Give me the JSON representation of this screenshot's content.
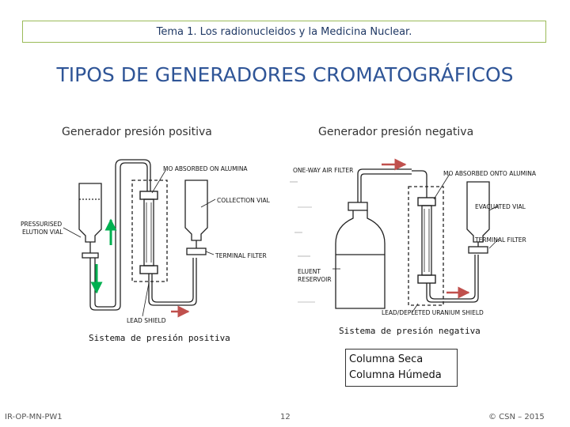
{
  "header": {
    "topic": "Tema 1. Los radionucleidos y la Medicina Nuclear."
  },
  "title": "TIPOS DE GENERADORES CROMATOGRÁFICOS",
  "subtitles": {
    "left": "Generador presión positiva",
    "right": "Generador presión negativa"
  },
  "positive_diagram": {
    "labels": {
      "absorbed": "MO ABSORBED ON ALUMINA",
      "collection_vial": "COLLECTION VIAL",
      "pressurised_1": "PRESSURISED",
      "pressurised_2": "ELUTION VIAL",
      "terminal_filter": "TERMINAL FILTER",
      "lead_shield": "LEAD SHIELD"
    },
    "caption": "Sistema de presión positiva"
  },
  "negative_diagram": {
    "labels": {
      "air_filter": "ONE-WAY AIR FILTER",
      "absorbed": "MO ABSORBED ONTO ALUMINA",
      "evacuated_vial": "EVACUATED VIAL",
      "terminal_filter": "TERMINAL FILTER",
      "eluent_1": "ELUENT",
      "eluent_2": "RESERVOIR",
      "lead_shield": "LEAD/DEPLETED URANIUM SHIELD"
    },
    "caption": "Sistema de presión negativa"
  },
  "legend": {
    "dry": "Columna Seca",
    "wet": "Columna Húmeda"
  },
  "footer": {
    "left": "IR-OP-MN-PW1",
    "center": "12",
    "right": "© CSN – 2015"
  },
  "colors": {
    "accent_title": "#2f5597",
    "header_border": "#9bbb59",
    "arrow_red": "#c0504d",
    "arrow_green": "#00b050"
  }
}
